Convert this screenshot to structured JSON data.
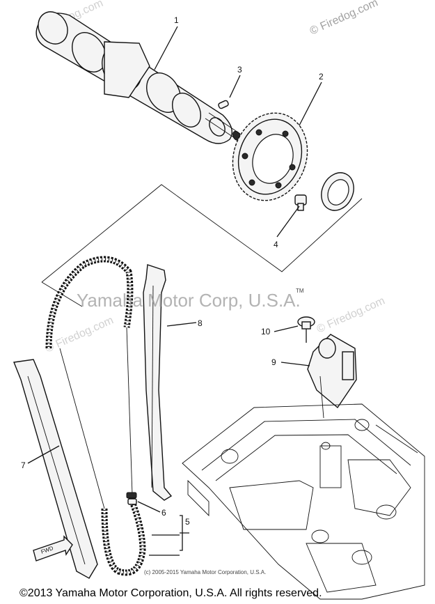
{
  "watermarks": {
    "top_right": "© Firedog.com",
    "top_left": "Firedog.com",
    "center": "Yamaha Motor Corp, U.S.A.",
    "tm": "TM",
    "right": "© Firedog.com",
    "left": "© Firedog.com"
  },
  "part_labels": {
    "p1": "1",
    "p2": "2",
    "p3": "3",
    "p4": "4",
    "p5": "5",
    "p6": "6",
    "p7": "7",
    "p8": "8",
    "p9": "9",
    "p10": "10"
  },
  "fwd_label": "FWD",
  "copyright_small": "(c) 2005-2015 Yamaha Motor Corporation, U.S.A.",
  "footer": "©2013 Yamaha Motor Corporation, U.S.A. All rights reserved."
}
